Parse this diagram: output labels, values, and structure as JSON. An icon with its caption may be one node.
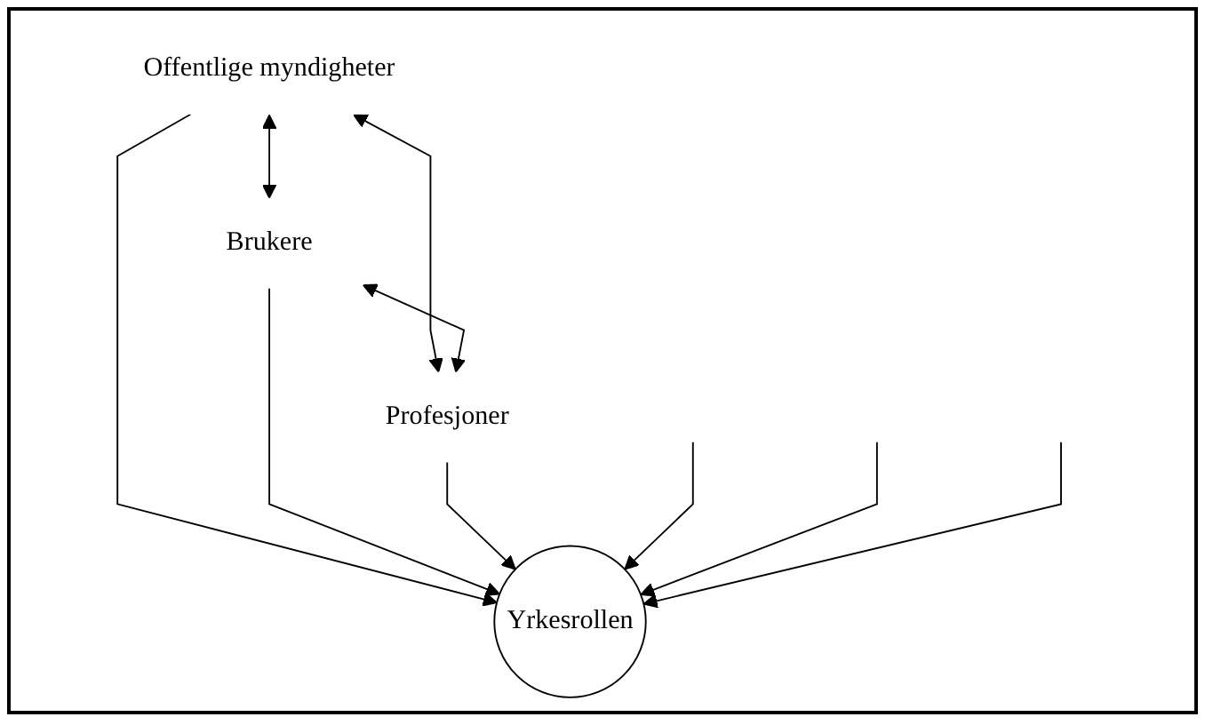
{
  "diagram": {
    "nodes": [
      {
        "text": [
          "Offentlige myndigheter"
        ]
      },
      {
        "text": [
          "Yrkesrollen"
        ]
      },
      {
        "text": [
          "Brukere"
        ]
      },
      {
        "text": [
          "Profesjoner"
        ]
      }
    ],
    "edges": [
      {
        "from": 0,
        "to": 2,
        "arrow": "both"
      },
      {
        "from": 0,
        "to": 3,
        "arrow": "both"
      },
      {
        "from": 2,
        "to": 3,
        "arrow": "both"
      },
      {
        "from": 0,
        "to": 1,
        "arrow": "to"
      },
      {
        "from": 2,
        "to": 1,
        "arrow": "to"
      },
      {
        "from": 3,
        "to": 1,
        "arrow": "to"
      },
      {
        "from": null,
        "to": 1,
        "arrow": "to"
      },
      {
        "from": null,
        "to": 1,
        "arrow": "to"
      },
      {
        "from": null,
        "to": 1,
        "arrow": "to"
      }
    ]
  }
}
